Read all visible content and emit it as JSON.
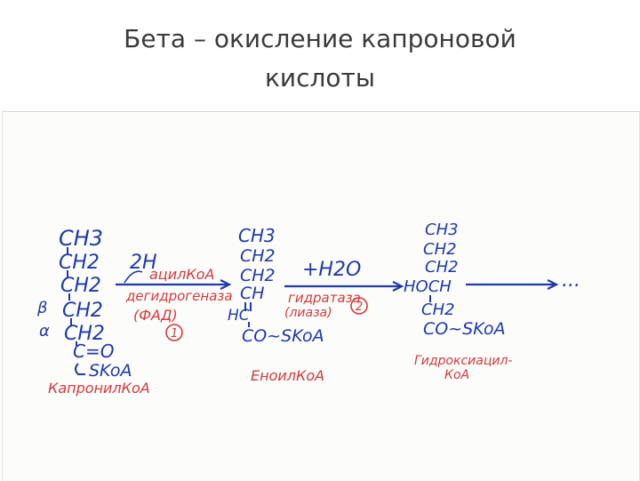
{
  "slide": {
    "title_line1": "Бета – окисление капроновой",
    "title_line2": "кислоты"
  },
  "scheme": {
    "caproyl": {
      "lines": [
        "CH3",
        "CH2",
        "CH2",
        "CH2",
        "CH2",
        "C=O",
        "SKoA"
      ],
      "beta": "β",
      "alpha": "α",
      "name": "КапронилКоА"
    },
    "step1": {
      "reagent": "2H",
      "enzyme_line1": "ацилКоА",
      "enzyme_line2": "дегидрогеназа",
      "cofactor": "(ФАД)",
      "number": "1"
    },
    "enoyl": {
      "lines": [
        "CH3",
        "CH2",
        "CH2",
        "CH",
        "HC",
        "CO~SKoA"
      ],
      "name": "ЕноилКоА"
    },
    "step2": {
      "reagent": "+H2O",
      "enzyme_line1": "гидратаза",
      "enzyme_line2": "(лиаза)",
      "number": "2"
    },
    "hydroxyacyl": {
      "lines": [
        "CH3",
        "CH2",
        "CH2",
        "HOCH",
        "CH2",
        "CO~SKoA"
      ],
      "name_line1": "Гидроксиацил-",
      "name_line2": "КоА"
    },
    "continuation": "..."
  },
  "colors": {
    "blue_ink": "#1f3aa8",
    "red_ink": "#d43a3a",
    "title": "#3a3a3a"
  }
}
